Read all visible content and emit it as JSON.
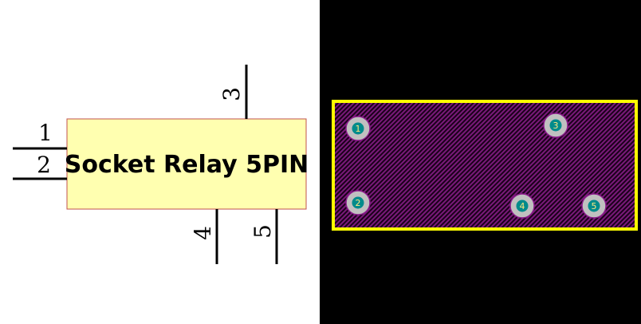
{
  "schematic": {
    "title": "Socket Relay 5PIN",
    "pins": [
      "1",
      "2",
      "3",
      "4",
      "5"
    ],
    "body_fill": "#ffffb0",
    "body_stroke": "#c0504d"
  },
  "footprint": {
    "pads": [
      "1",
      "2",
      "3",
      "4",
      "5"
    ],
    "outline_color": "#ffff00",
    "fill_color": "#4a0a4a",
    "pad_color": "#c0c0c0",
    "pad_hole_color": "#008b8b"
  }
}
